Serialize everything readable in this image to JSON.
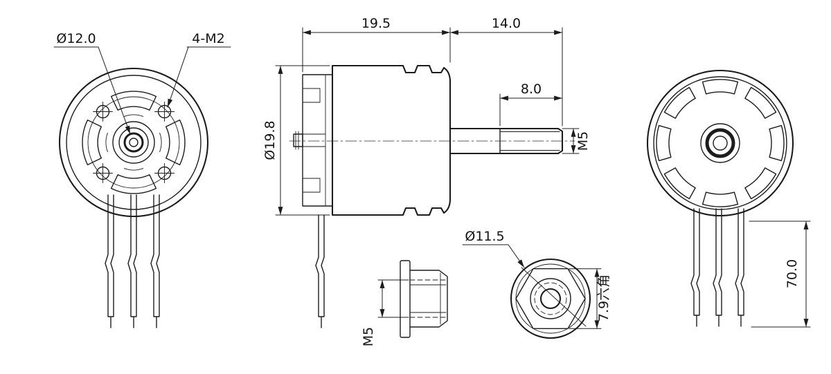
{
  "colors": {
    "background": "#ffffff",
    "line": "#1c1c1c"
  },
  "views": {
    "front": {
      "diameter_label": "Ø12.0",
      "mount_holes_label": "4-M2"
    },
    "side": {
      "body_length": "19.5",
      "shaft_section_length": "14.0",
      "thread_length": "8.0",
      "body_diameter": "Ø19.8",
      "shaft_thread": "M5"
    },
    "nut_side": {
      "thread": "M5"
    },
    "nut_top": {
      "flange_diameter": "Ø11.5",
      "hex_size": "7.9六角"
    },
    "rear": {
      "wire_length": "70.0"
    }
  }
}
